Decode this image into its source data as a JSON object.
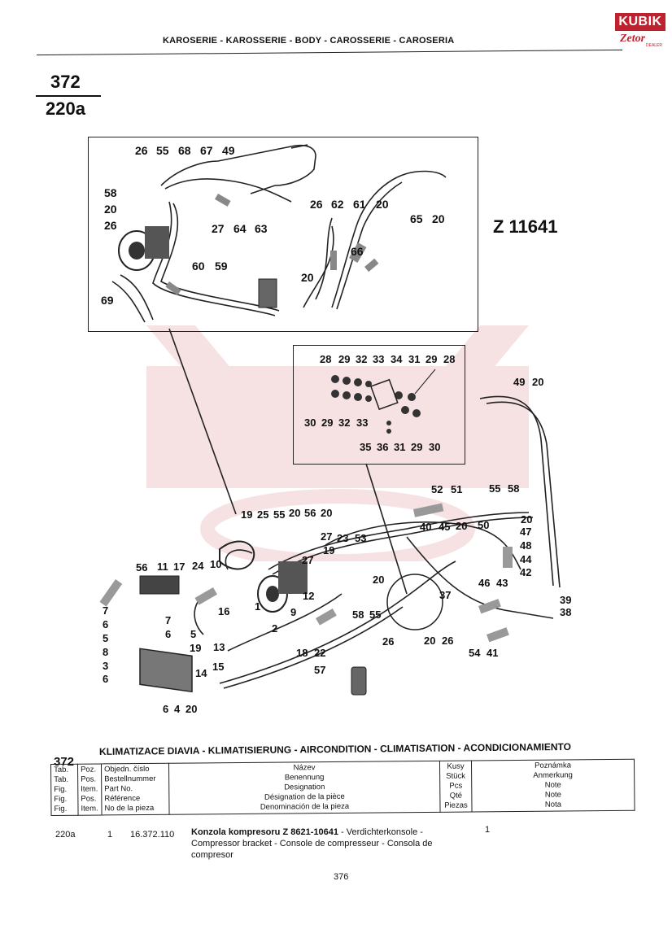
{
  "header": {
    "title": "KAROSERIE - KAROSSERIE - BODY - CAROSSERIE - CAROSERIA",
    "logo_brand": "KUBIK",
    "logo_sub": "Zetor",
    "logo_dealer": "DEALER"
  },
  "figure": {
    "number": "372",
    "sub": "220a",
    "code": "Z 11641"
  },
  "callouts": {
    "top": [
      "26",
      "55",
      "68",
      "67",
      "49",
      "58",
      "20",
      "26",
      "27",
      "64",
      "63",
      "26",
      "62",
      "61",
      "20",
      "65",
      "20",
      "66",
      "60",
      "59",
      "20",
      "69"
    ],
    "inset": [
      "28",
      "29",
      "32",
      "33",
      "34",
      "31",
      "29",
      "28",
      "30",
      "29",
      "32",
      "33",
      "35",
      "36",
      "31",
      "29",
      "30"
    ],
    "main": [
      "49",
      "20",
      "52",
      "51",
      "55",
      "58",
      "19",
      "25",
      "55",
      "20",
      "56",
      "20",
      "20",
      "27",
      "23",
      "53",
      "40",
      "45",
      "20",
      "50",
      "47",
      "48",
      "44",
      "27",
      "19",
      "56",
      "11",
      "17",
      "24",
      "10",
      "12",
      "9",
      "1",
      "16",
      "7",
      "6",
      "5",
      "8",
      "3",
      "6",
      "7",
      "6",
      "5",
      "19",
      "13",
      "15",
      "14",
      "2",
      "20",
      "58",
      "55",
      "37",
      "46",
      "43",
      "42",
      "39",
      "38",
      "18",
      "22",
      "26",
      "20",
      "26",
      "54",
      "41",
      "57",
      "6",
      "4",
      "20"
    ]
  },
  "section": {
    "number": "372",
    "title": "KLIMATIZACE DIAVIA - KLIMATISIERUNG - AIRCONDITION - CLIMATISATION - ACONDICIONAMIENTO"
  },
  "table_header": {
    "col1": [
      "Tab.",
      "Tab.",
      "Fig.",
      "Fig.",
      "Fig."
    ],
    "col2": [
      "Poz.",
      "Pos.",
      "Item.",
      "Pos.",
      "Item."
    ],
    "col3": [
      "Objedn. číslo",
      "Bestellnummer",
      "Part No.",
      "Référence",
      "No de la pieza"
    ],
    "col4": [
      "Název",
      "Benennung",
      "Designation",
      "Désignation de la pièce",
      "Denominación de la pieza"
    ],
    "col5": [
      "Kusy",
      "Stück",
      "Pcs",
      "Qté",
      "Piezas"
    ],
    "col6": [
      "Poznámka",
      "Anmerkung",
      "Note",
      "Note",
      "Nota"
    ]
  },
  "rows": [
    {
      "fig": "220a",
      "pos": "1",
      "part_no": "16.372.110",
      "name_bold": "Konzola kompresoru Z 8621-10641",
      "name_rest": " - Verdichterkonsole - Compressor bracket - Console de compresseur - Consola de compresor",
      "qty": "1"
    }
  ],
  "footer": {
    "page": "376"
  }
}
